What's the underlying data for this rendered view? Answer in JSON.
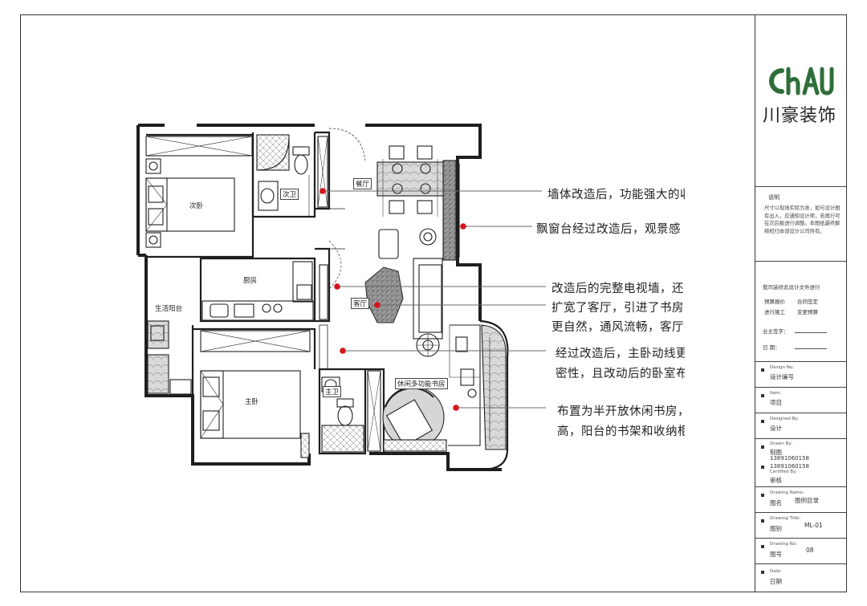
{
  "logo": {
    "mark": "ChAU",
    "company": "川豪装饰",
    "brand_color": "#2f6e3a"
  },
  "title_block": {
    "note_heading": "说明",
    "note_body": "尺寸以现场实际为准，如与设计图有出入，应通知设计师，若再行可在次后报进行调整。本图纸最终解释权归本部设计公司所有。",
    "process_heading": "我司装修此设计文件进行",
    "process_items": [
      "预算报价",
      "合同签定",
      "进行施工",
      "变更预算"
    ],
    "owner_sign_label": "业主签字：",
    "date_label": "日    期：",
    "rows": [
      {
        "en": "Design No:",
        "cn": "设计编号",
        "value": ""
      },
      {
        "en": "Item:",
        "cn": "项目",
        "value": ""
      },
      {
        "en": "Designed By:",
        "cn": "设计",
        "value": ""
      },
      {
        "en": "Drawn By:",
        "cn": "制图",
        "value": "13891060158"
      },
      {
        "en": "Certified By:",
        "cn": "审核",
        "value": "13891060158"
      },
      {
        "en": "Drawing Name:",
        "cn": "图名",
        "value": "图例目录"
      },
      {
        "en": "Drawing Title:",
        "cn": "图别",
        "value": "ML-01"
      },
      {
        "en": "Drawing No:",
        "cn": "图号",
        "value": "08"
      },
      {
        "en": "Date:",
        "cn": "日期",
        "value": ""
      }
    ]
  },
  "rooms": {
    "second_bedroom": "次卧",
    "second_bath": "次卫",
    "kitchen": "厨房",
    "dining": "餐厅",
    "living": "客厅",
    "utility_balcony": "生活阳台",
    "master_bedroom": "主卧",
    "master_bath": "主卫",
    "study": "休闲多功能书房"
  },
  "annotations": [
    {
      "text": "墙体改造后，功能强大的收"
    },
    {
      "text": "飘窗台经过改造后，观景感"
    },
    {
      "text": "改造后的完整电视墙，还"
    },
    {
      "text": "扩宽了客厅，引进了书房"
    },
    {
      "text": "更自然，通风流畅，客厅在"
    },
    {
      "text": "经过改造后，主卧动线更"
    },
    {
      "text": "密性，且改动后的卧室布"
    },
    {
      "text": "布置为半开放休闲书房，"
    },
    {
      "text": "高，阳台的书架和收纳柜"
    }
  ],
  "marker_color": "#d4141c"
}
